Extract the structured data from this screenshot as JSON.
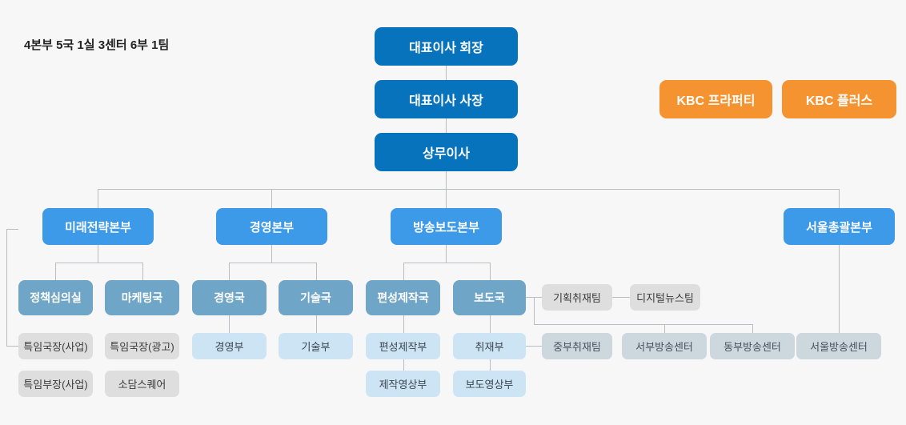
{
  "caption": "4본부 5국 1실 3센터 6부 1팀",
  "colors": {
    "background": "#f7f7f7",
    "executive": "#0773bd",
    "affiliate": "#f59331",
    "division": "#3d9ae8",
    "bureau": "#6fa5c6",
    "department": "#cde4f5",
    "gray": "#dedede",
    "bluegray": "#ccd8de",
    "connector": "#b9bcc0"
  },
  "nodes": {
    "ceo_chairman": "대표이사 회장",
    "ceo_president": "대표이사 사장",
    "managing_director": "상무이사",
    "kbc_property": "KBC 프라퍼티",
    "kbc_plus": "KBC 플러스",
    "future_strategy_division": "미래전략본부",
    "management_division": "경영본부",
    "broadcast_news_division": "방송보도본부",
    "seoul_general_division": "서울총괄본부",
    "policy_review_office": "정책심의실",
    "marketing_bureau": "마케팅국",
    "management_bureau": "경영국",
    "technology_bureau": "기술국",
    "programming_production_bureau": "편성제작국",
    "news_bureau": "보도국",
    "planning_coverage_team": "기획취재팀",
    "digital_news_team": "디지털뉴스팀",
    "special_director_business": "특임국장(사업)",
    "special_director_ad": "특임국장(광고)",
    "management_dept": "경영부",
    "technology_dept": "기술부",
    "programming_production_dept": "편성제작부",
    "coverage_dept": "취재부",
    "central_coverage_team": "중부취재팀",
    "west_broadcast_center": "서부방송센터",
    "east_broadcast_center": "동부방송센터",
    "seoul_broadcast_center": "서울방송센터",
    "special_manager_business": "특임부장(사업)",
    "sodam_square": "소담스퀘어",
    "production_video_dept": "제작영상부",
    "news_video_dept": "보도영상부"
  }
}
